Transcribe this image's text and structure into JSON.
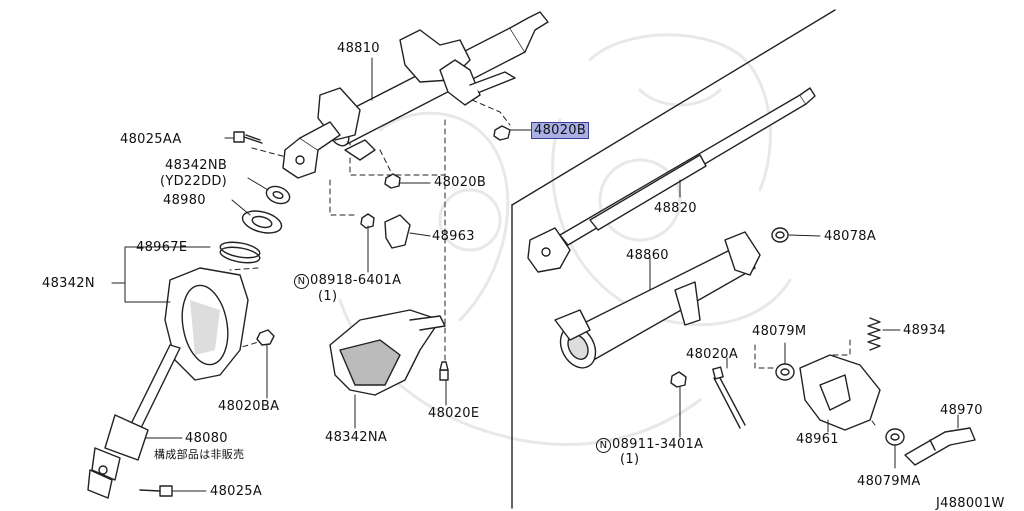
{
  "diagram": {
    "code": "J488001W",
    "note": "構成部品は非販売",
    "highlight_color": "#aab0e6",
    "parts": {
      "p48810": "48810",
      "p48025AA": "48025AA",
      "p48342NB": "48342NB",
      "p48342NB_var": "(YD22DD)",
      "p48980": "48980",
      "p48967E": "48967E",
      "p48342N": "48342N",
      "p48020B_top": "48020B",
      "p48020B_mid": "48020B",
      "p48963": "48963",
      "p08918": "08918-6401A",
      "p08918_qty": "(1)",
      "p48020BA": "48020BA",
      "p48080": "48080",
      "p48025A": "48025A",
      "p48342NA": "48342NA",
      "p48020E": "48020E",
      "p48820": "48820",
      "p48078A": "48078A",
      "p48860": "48860",
      "p48079M": "48079M",
      "p48934": "48934",
      "p48020A": "48020A",
      "p48961": "48961",
      "p08911": "08911-3401A",
      "p08911_qty": "(1)",
      "p48970": "48970",
      "p48079MA": "48079MA"
    },
    "n_mark": "N"
  }
}
